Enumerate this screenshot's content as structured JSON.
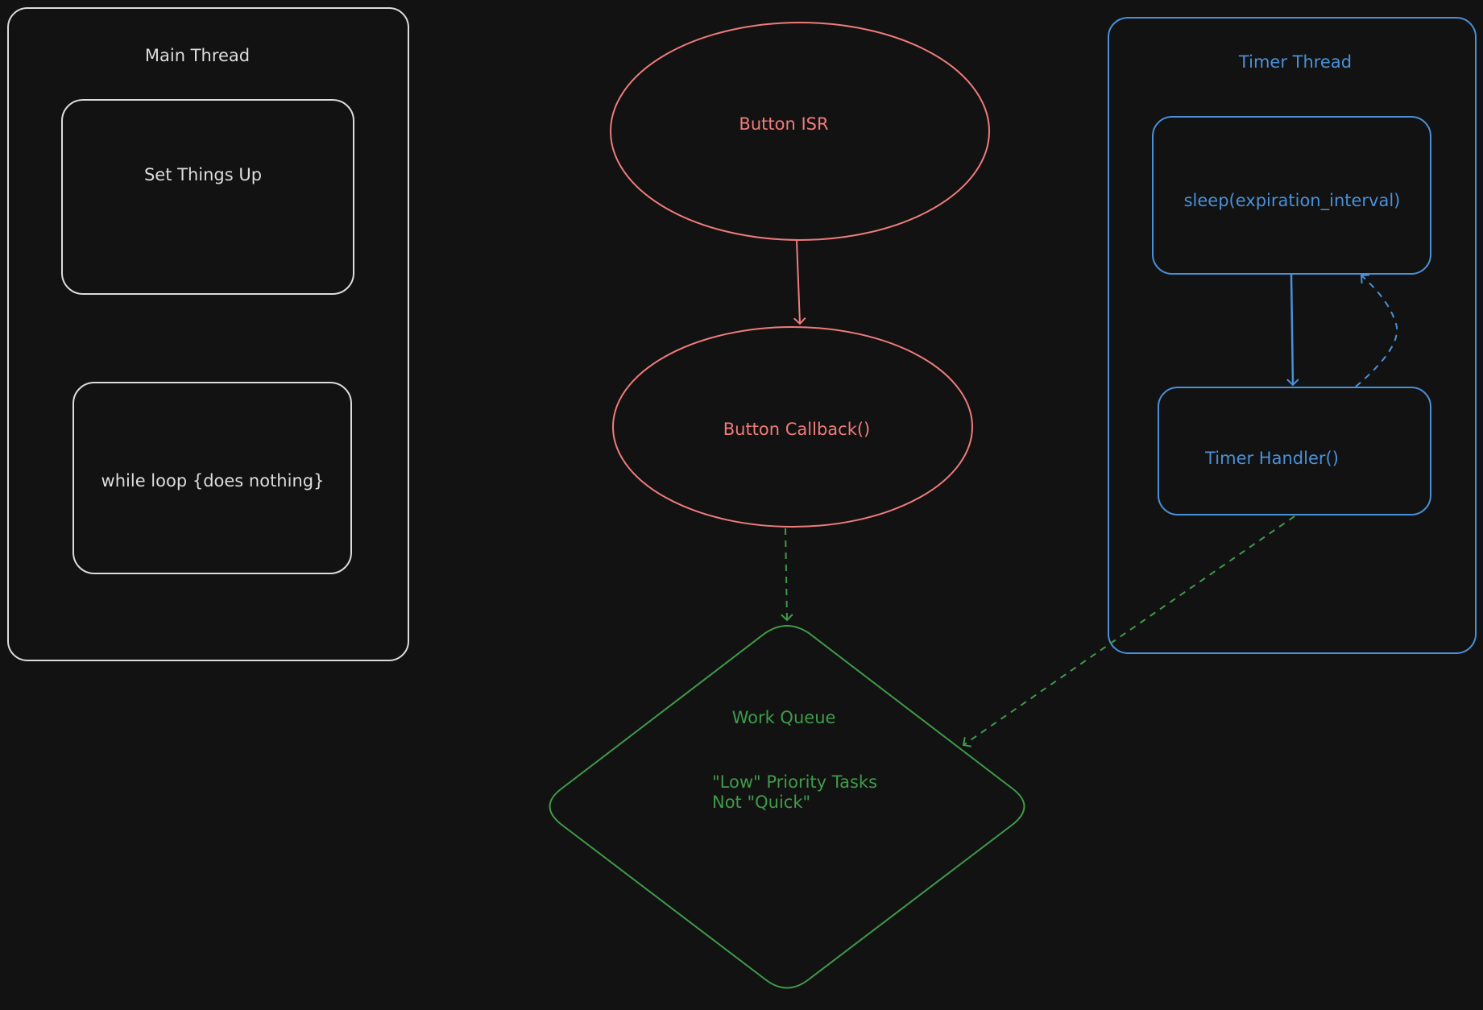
{
  "colors": {
    "background": "#121212",
    "main_thread": "#dcdcdc",
    "isr": "#f07b7b",
    "work_queue": "#3f9b4a",
    "timer_thread": "#4a90d9"
  },
  "main_thread": {
    "title": "Main Thread",
    "setup_label": "Set Things Up",
    "loop_label": "while loop {does nothing}"
  },
  "button_isr": {
    "label": "Button ISR"
  },
  "button_callback": {
    "label": "Button Callback()"
  },
  "work_queue": {
    "title": "Work Queue",
    "line1": "\"Low\" Priority Tasks",
    "line2": "Not \"Quick\""
  },
  "timer_thread": {
    "title": "Timer Thread",
    "sleep_label": "sleep(expiration_interval)",
    "handler_label": "Timer Handler()"
  }
}
